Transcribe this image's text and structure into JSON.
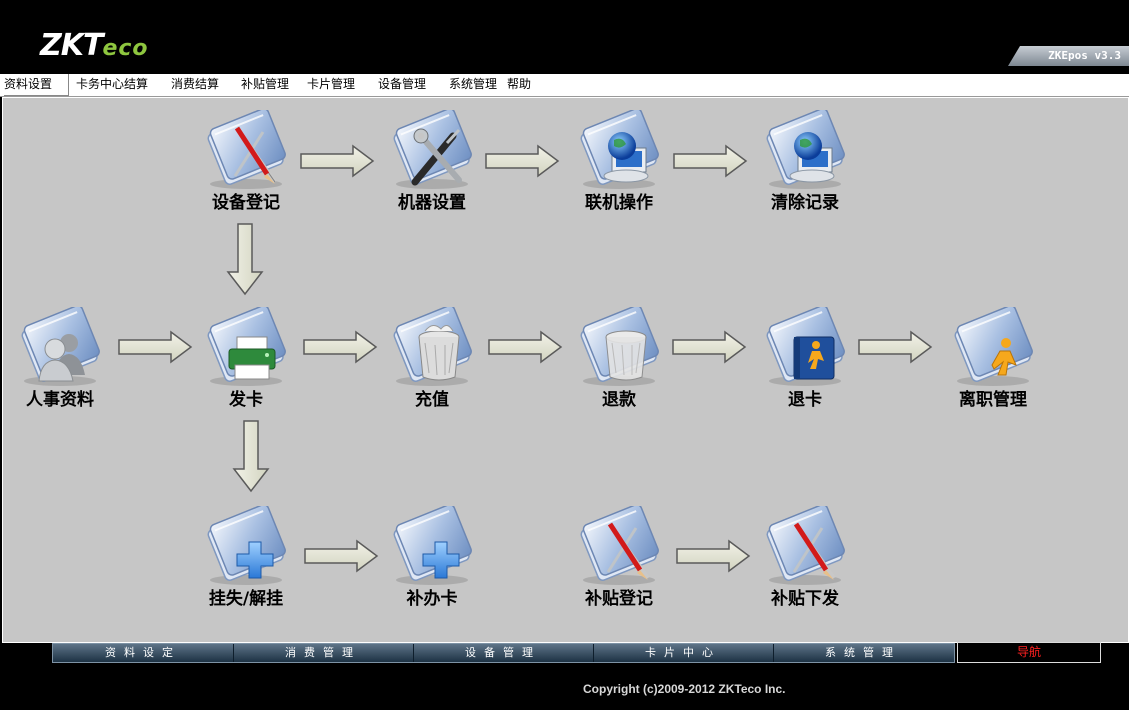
{
  "header": {
    "logo_main": "ZKT",
    "logo_accent": "eco",
    "version": "ZKEpos v3.3"
  },
  "menu": {
    "items": [
      "资料设置",
      "卡务中心结算",
      "消费结算",
      "补贴管理",
      "卡片管理",
      "设备管理",
      "系统管理",
      "帮助"
    ]
  },
  "flow": {
    "device_register": {
      "label": "设备登记",
      "icon": "pencil-ruler-icon"
    },
    "machine_settings": {
      "label": "机器设置",
      "icon": "wrench-screwdriver-icon"
    },
    "online_operation": {
      "label": "联机操作",
      "icon": "globe-computer-icon"
    },
    "clear_records": {
      "label": "清除记录",
      "icon": "globe-computer-icon"
    },
    "personnel": {
      "label": "人事资料",
      "icon": "users-icon"
    },
    "issue_card": {
      "label": "发卡",
      "icon": "printer-icon"
    },
    "recharge": {
      "label": "充值",
      "icon": "trash-full-icon"
    },
    "refund": {
      "label": "退款",
      "icon": "trash-empty-icon"
    },
    "return_card": {
      "label": "退卡",
      "icon": "book-runner-icon"
    },
    "resignation": {
      "label": "离职管理",
      "icon": "runner-icon"
    },
    "report_loss": {
      "label": "挂失/解挂",
      "icon": "plus-icon"
    },
    "replace_card": {
      "label": "补办卡",
      "icon": "plus-icon"
    },
    "subsidy_register": {
      "label": "补贴登记",
      "icon": "pencil-ruler-icon"
    },
    "subsidy_issue": {
      "label": "补贴下发",
      "icon": "pencil-ruler-icon"
    }
  },
  "footer": {
    "tabs": [
      "资料设定",
      "消费管理",
      "设备管理",
      "卡片中心",
      "系统管理"
    ],
    "nav_button": "导航",
    "copyright": "Copyright (c)2009-2012 ZKTeco Inc."
  },
  "colors": {
    "background": "#c6c6c6",
    "nav_text": "#ff2020",
    "logo_accent": "#8ec63f"
  }
}
